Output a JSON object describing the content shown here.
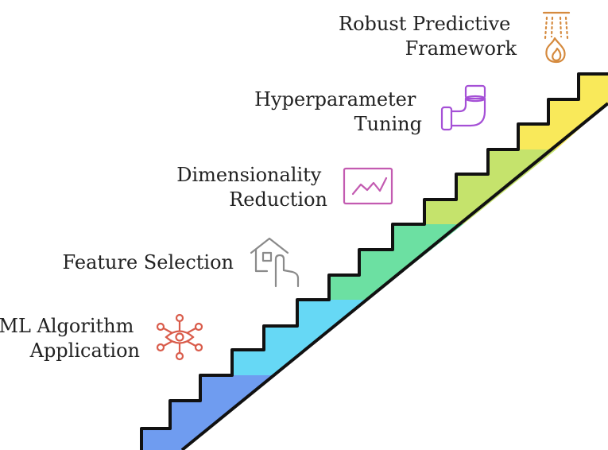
{
  "title": "",
  "steps": [
    {
      "lines": [
        "ML Algorithm",
        "Application"
      ],
      "icon": "network-eye-icon",
      "icon_color": "#d95c4b",
      "fill": "#6f9cf0"
    },
    {
      "lines": [
        "Feature Selection"
      ],
      "icon": "home-touch-icon",
      "icon_color": "#8a8a8a",
      "fill": "#66d8f5"
    },
    {
      "lines": [
        "Dimensionality",
        "Reduction"
      ],
      "icon": "line-chart-icon",
      "icon_color": "#c35bb1",
      "fill": "#6ce0a2"
    },
    {
      "lines": [
        "Hyperparameter",
        "Tuning"
      ],
      "icon": "pipe-elbow-icon",
      "icon_color": "#a550d6",
      "fill": "#c5e36c"
    },
    {
      "lines": [
        "Robust Predictive",
        "Framework"
      ],
      "icon": "shower-flame-icon",
      "icon_color": "#d58a3e",
      "fill": "#f9e95a"
    }
  ],
  "colors": {
    "outline": "#111111",
    "text": "#222222"
  }
}
